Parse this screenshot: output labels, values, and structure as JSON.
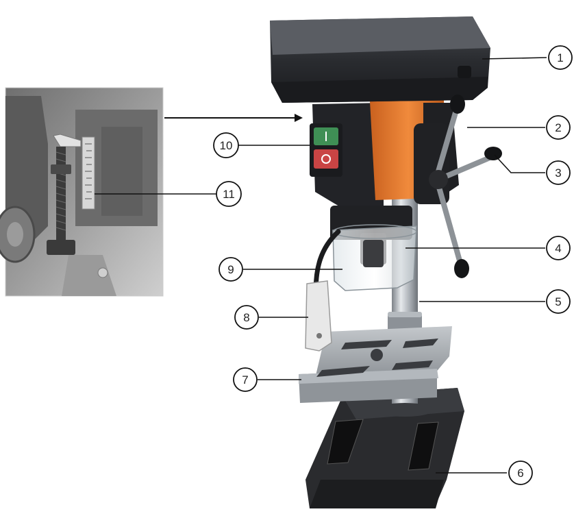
{
  "callouts": [
    {
      "id": 1,
      "label": "1"
    },
    {
      "id": 2,
      "label": "2"
    },
    {
      "id": 3,
      "label": "3"
    },
    {
      "id": 4,
      "label": "4"
    },
    {
      "id": 5,
      "label": "5"
    },
    {
      "id": 6,
      "label": "6"
    },
    {
      "id": 7,
      "label": "7"
    },
    {
      "id": 8,
      "label": "8"
    },
    {
      "id": 9,
      "label": "9"
    },
    {
      "id": 10,
      "label": "10"
    },
    {
      "id": 11,
      "label": "11"
    }
  ],
  "colors": {
    "housing": "#2b2d30",
    "motor_head": "#e0742a",
    "switch_green": "#3f8f55",
    "switch_red": "#c94444",
    "column": "#b9bec4",
    "table": "#9ea3a8",
    "inset_bg": "#8a8a8a"
  }
}
